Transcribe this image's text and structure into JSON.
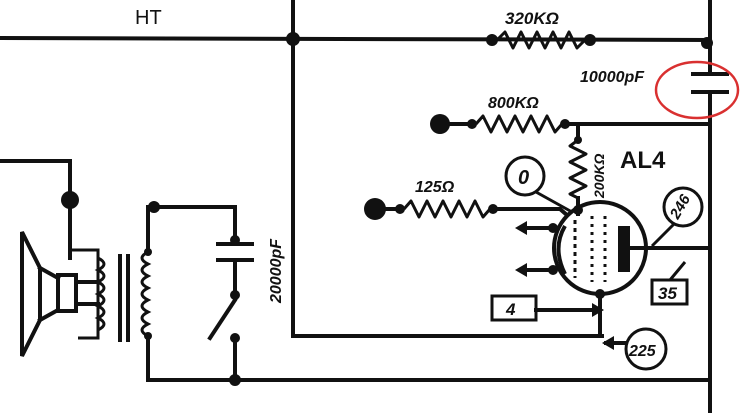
{
  "labels": {
    "ht": "HT",
    "r_320k": "320KΩ",
    "c_10000pf": "10000pF",
    "r_800k": "800KΩ",
    "r_200k": "200KΩ",
    "tube": "AL4",
    "r_125": "125Ω",
    "c_20000pf": "20000pF",
    "node_0": "0",
    "node_246": "246",
    "box_35": "35",
    "box_4": "4",
    "node_225": "225"
  },
  "colors": {
    "ink": "#111111",
    "highlight": "#d93030",
    "paper": "#ffffff"
  },
  "icons": {
    "speaker": "speaker-icon",
    "transformer": "transformer-icon",
    "switch": "switch-icon",
    "tube": "vacuum-tube-icon"
  }
}
